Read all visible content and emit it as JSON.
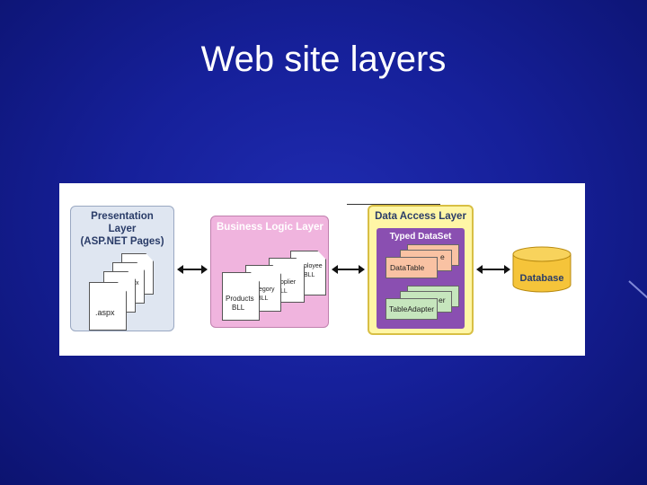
{
  "slide": {
    "title": "Web site layers"
  },
  "diagram": {
    "presentation_layer": {
      "title_line1": "Presentation",
      "title_line2": "Layer",
      "title_line3": "(ASP.NET Pages)",
      "page_label": ".aspx",
      "page_label_2": "x"
    },
    "business_logic_layer": {
      "title": "Business Logic Layer",
      "docs": [
        {
          "line1": "Products",
          "line2": "BLL"
        },
        {
          "line1": "tegory",
          "line2": "BLL"
        },
        {
          "line1": "pplier",
          "line2": "LL"
        },
        {
          "line1": "ployee",
          "line2": "BLL"
        }
      ]
    },
    "data_access_layer": {
      "title": "Data Access Layer",
      "typed_dataset_label": "Typed DataSet",
      "datatable_label": "DataTable",
      "datatable_back_label": "e",
      "tableadapter_label": "TableAdapter",
      "tableadapter_back_label": "er"
    },
    "database": {
      "label": "Database"
    },
    "colors": {
      "slide_background": "#1a24a6",
      "presentation_fill": "#dfe6f1",
      "bll_fill": "#f0b4de",
      "dal_fill": "#fff6a6",
      "typed_dataset_fill": "#8a4fb1",
      "database_fill": "#f5c43a"
    }
  }
}
